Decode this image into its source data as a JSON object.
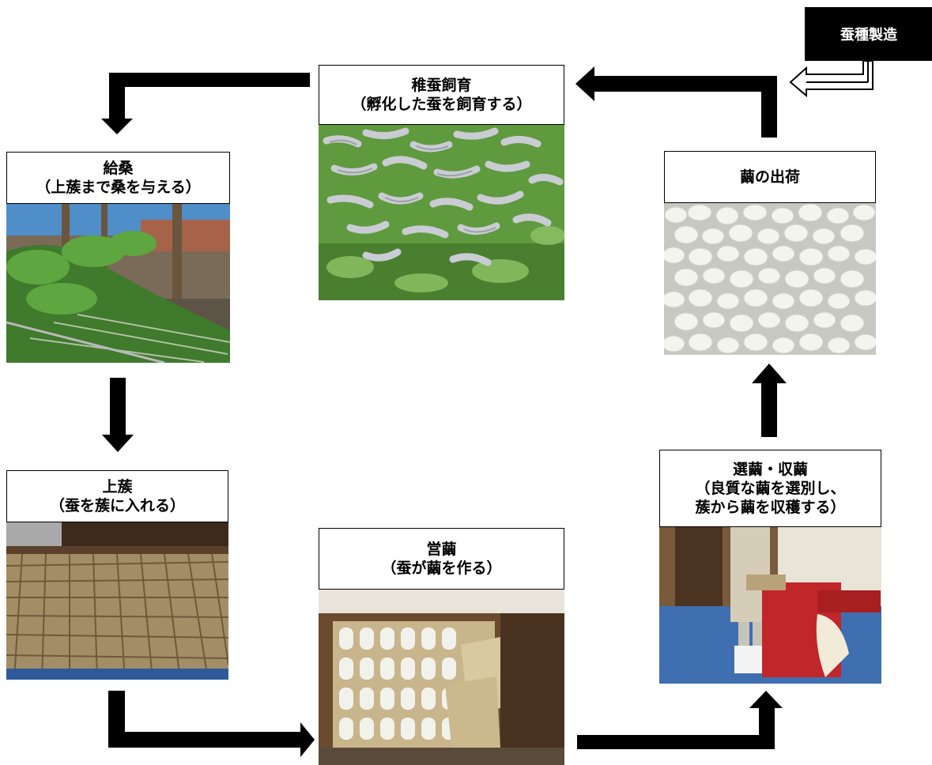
{
  "seed_box": {
    "label": "蚕種製造"
  },
  "steps": [
    {
      "title": "稚蚕飼育",
      "subtitle": "（孵化した蚕を飼育する）",
      "photo": "silkworms-on-mulberry-leaves"
    },
    {
      "title": "給桑",
      "subtitle": "（上蔟まで桑を与える）",
      "photo": "mulberry-branches-in-rearing-shed"
    },
    {
      "title": "上蔟",
      "subtitle": "（蚕を蔟に入れる）",
      "photo": "rows-of-cocooning-frames"
    },
    {
      "title": "営繭",
      "subtitle": "（蚕が繭を作る）",
      "photo": "cocoons-in-grid-frame"
    },
    {
      "title": "選繭・収繭",
      "subtitle_lines": [
        "（良質な繭を選別し、",
        "蔟から繭を収穫する）"
      ],
      "photo": "cocoon-harvesting-machine"
    },
    {
      "title": "繭の出荷",
      "subtitle": "",
      "photo": "pile-of-white-cocoons"
    }
  ],
  "colors": {
    "arrow": "#000000",
    "border": "#000000",
    "leaf": "#5f9a3e",
    "cocoon": "#f2f2ec",
    "frame": "#b8a27a",
    "wood": "#6b4a2e",
    "machine": "#c0262a",
    "floor": "#3f6fb0"
  },
  "icons": {
    "flow_arrow": "solid-black-arrow",
    "seed_arrow": "hollow-outline-arrow"
  }
}
